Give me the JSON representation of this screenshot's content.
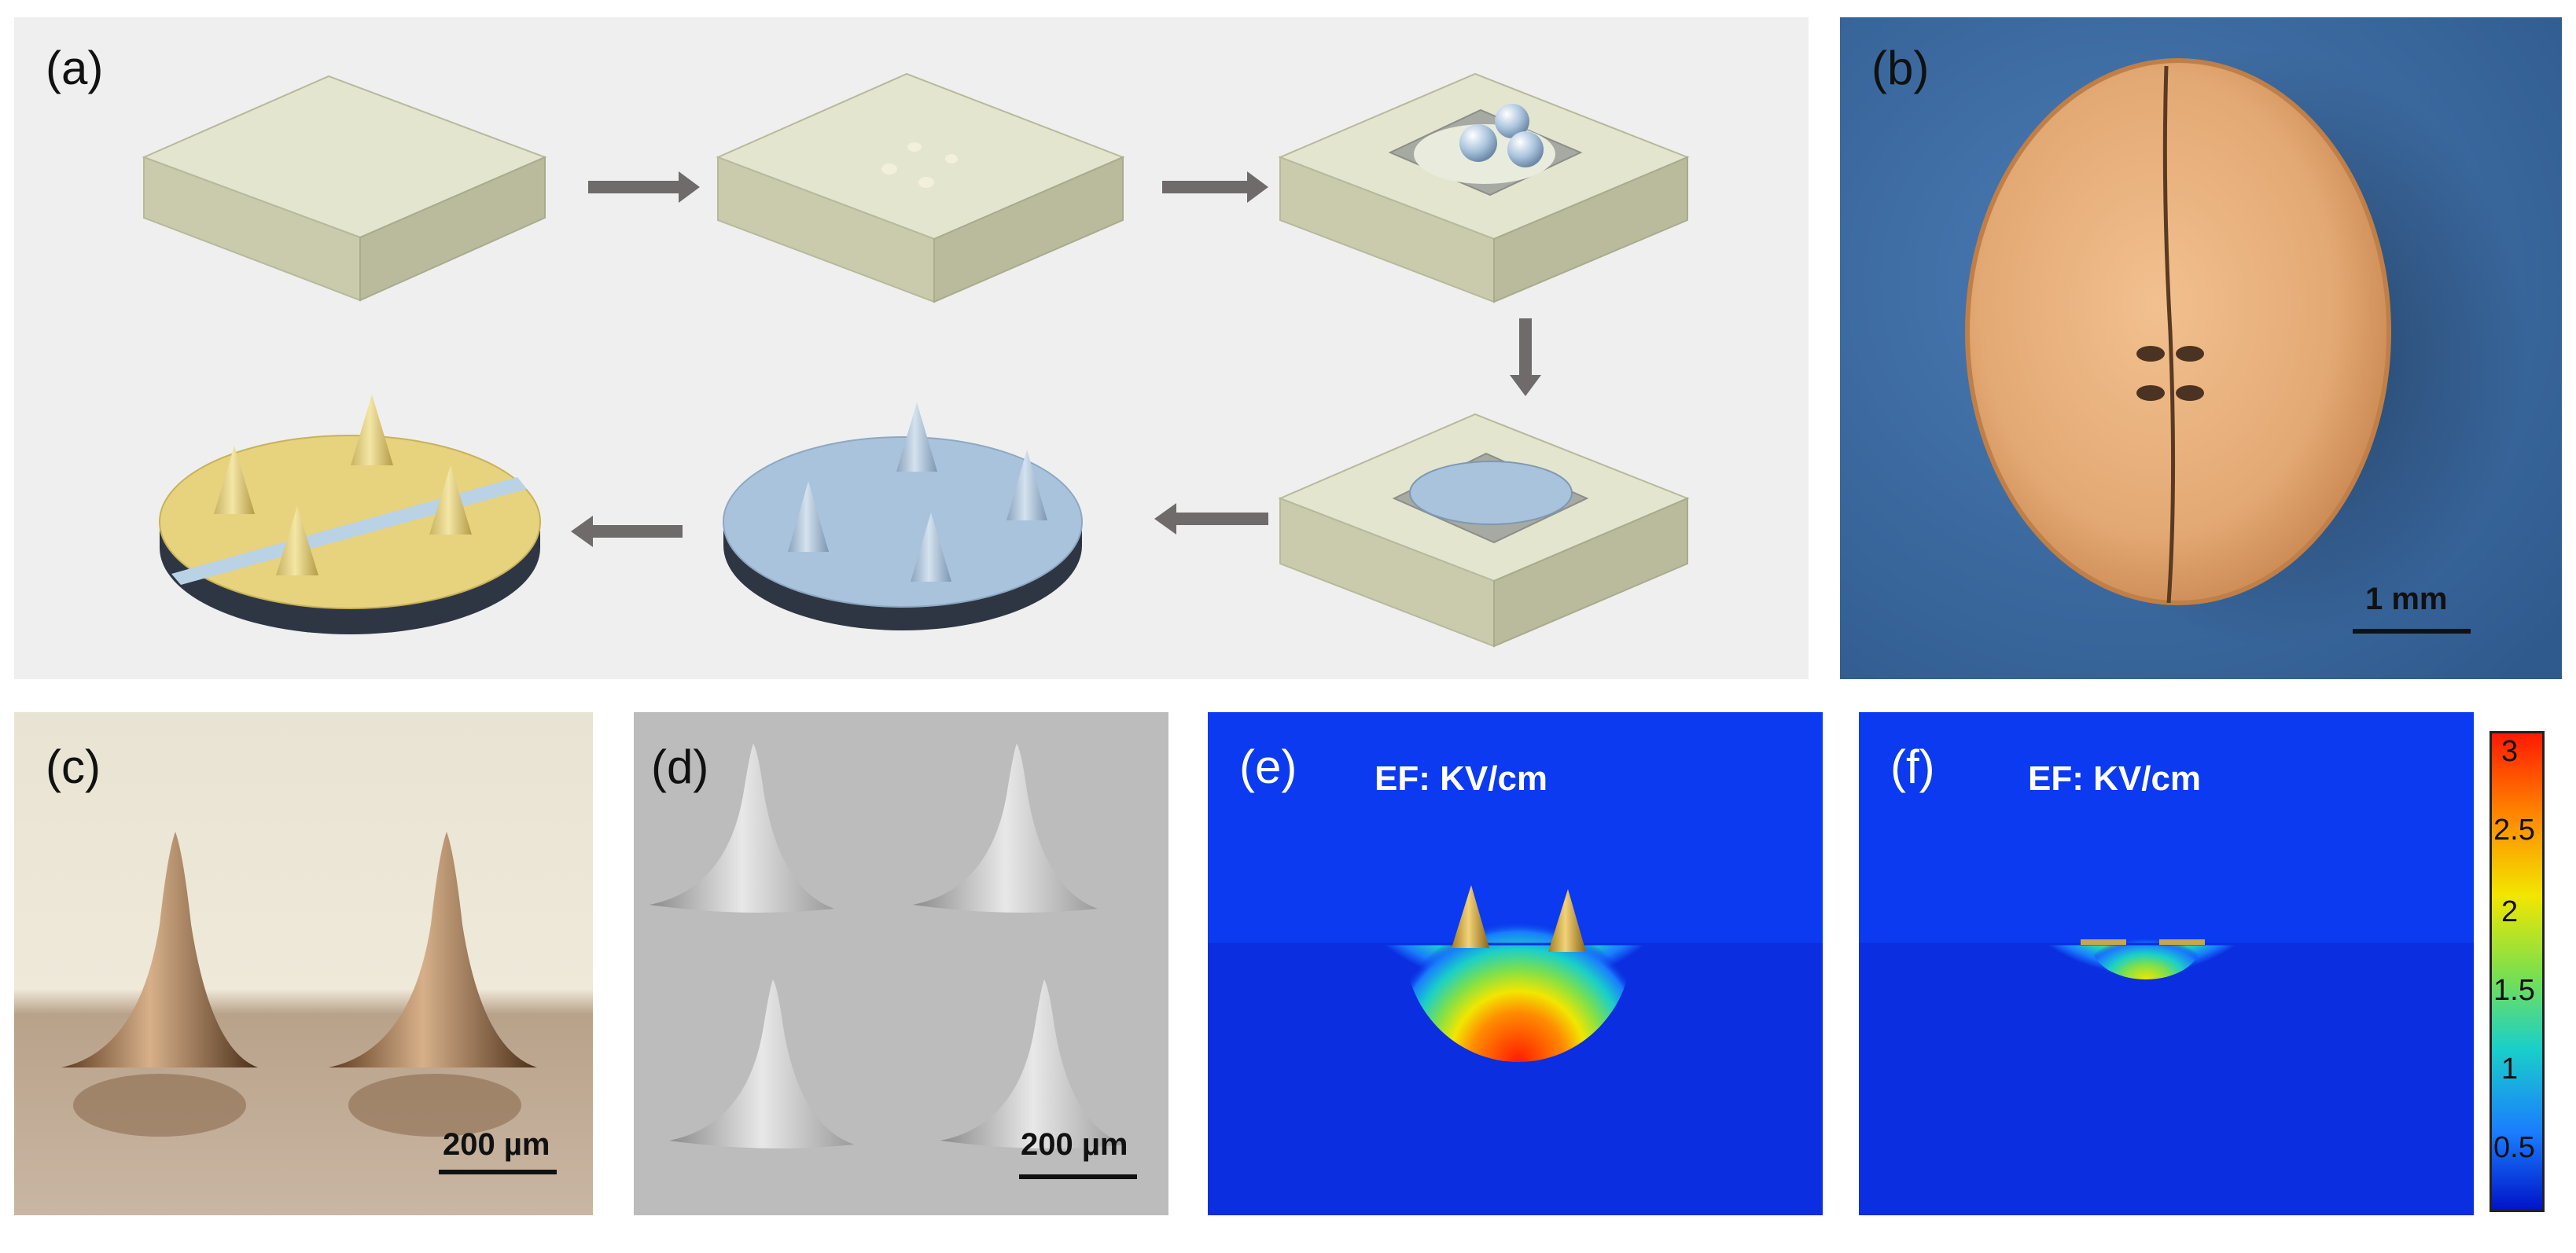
{
  "panels": {
    "a": {
      "label": "(a)"
    },
    "b": {
      "label": "(b)",
      "scale": "1 mm"
    },
    "c": {
      "label": "(c)",
      "scale": "200 µm"
    },
    "d": {
      "label": "(d)",
      "scale": "200 µm"
    },
    "e": {
      "label": "(e)",
      "field_text": "EF: KV/cm"
    },
    "f": {
      "label": "(f)",
      "field_text": "EF: KV/cm"
    }
  },
  "colorbar": {
    "ticks": [
      "3",
      "2.5",
      "2",
      "1.5",
      "1",
      "0.5"
    ],
    "colors": [
      "#ff1a00",
      "#ff8c00",
      "#f2e600",
      "#7fe04a",
      "#1ad0c8",
      "#1a7cff",
      "#0014c8"
    ]
  },
  "colors": {
    "panel_a_bg": "#efefef",
    "block": "#d9dbc0",
    "mold_blue": "#a9c3dd",
    "gold": "#e7d27e",
    "photo_blue": "#3d6ea6",
    "copper": "#e3a974",
    "field_blue": "#0a2ee0",
    "field_red": "#ff1a00"
  }
}
